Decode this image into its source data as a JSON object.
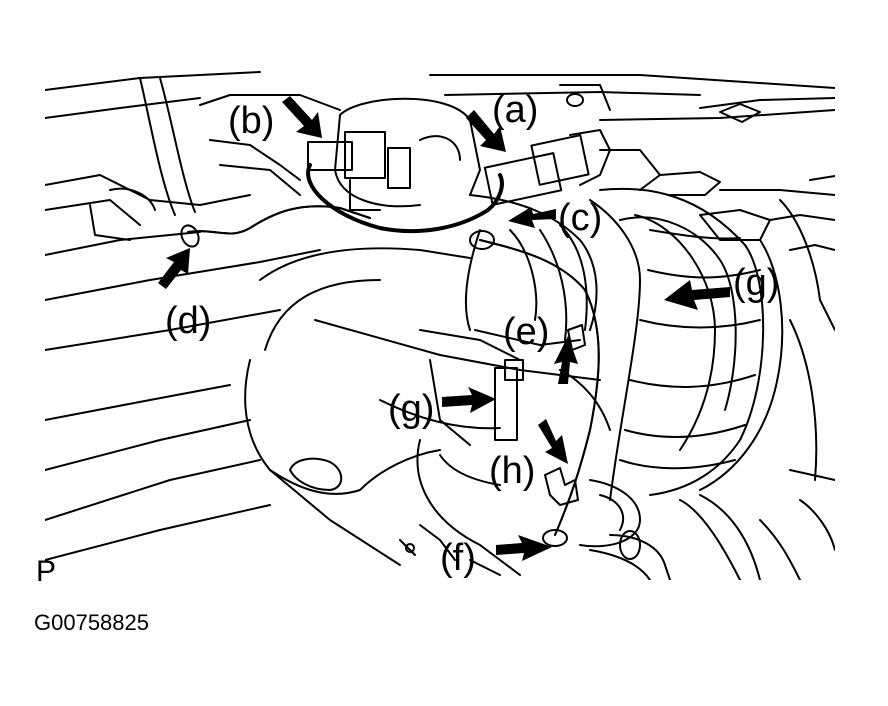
{
  "figure": {
    "view_code": "P",
    "figure_id": "G00758825"
  },
  "callouts": {
    "a": "(a)",
    "b": "(b)",
    "c": "(c)",
    "d": "(d)",
    "e": "(e)",
    "f": "(f)",
    "g1": "(g)",
    "g2": "(g)",
    "h": "(h)"
  }
}
